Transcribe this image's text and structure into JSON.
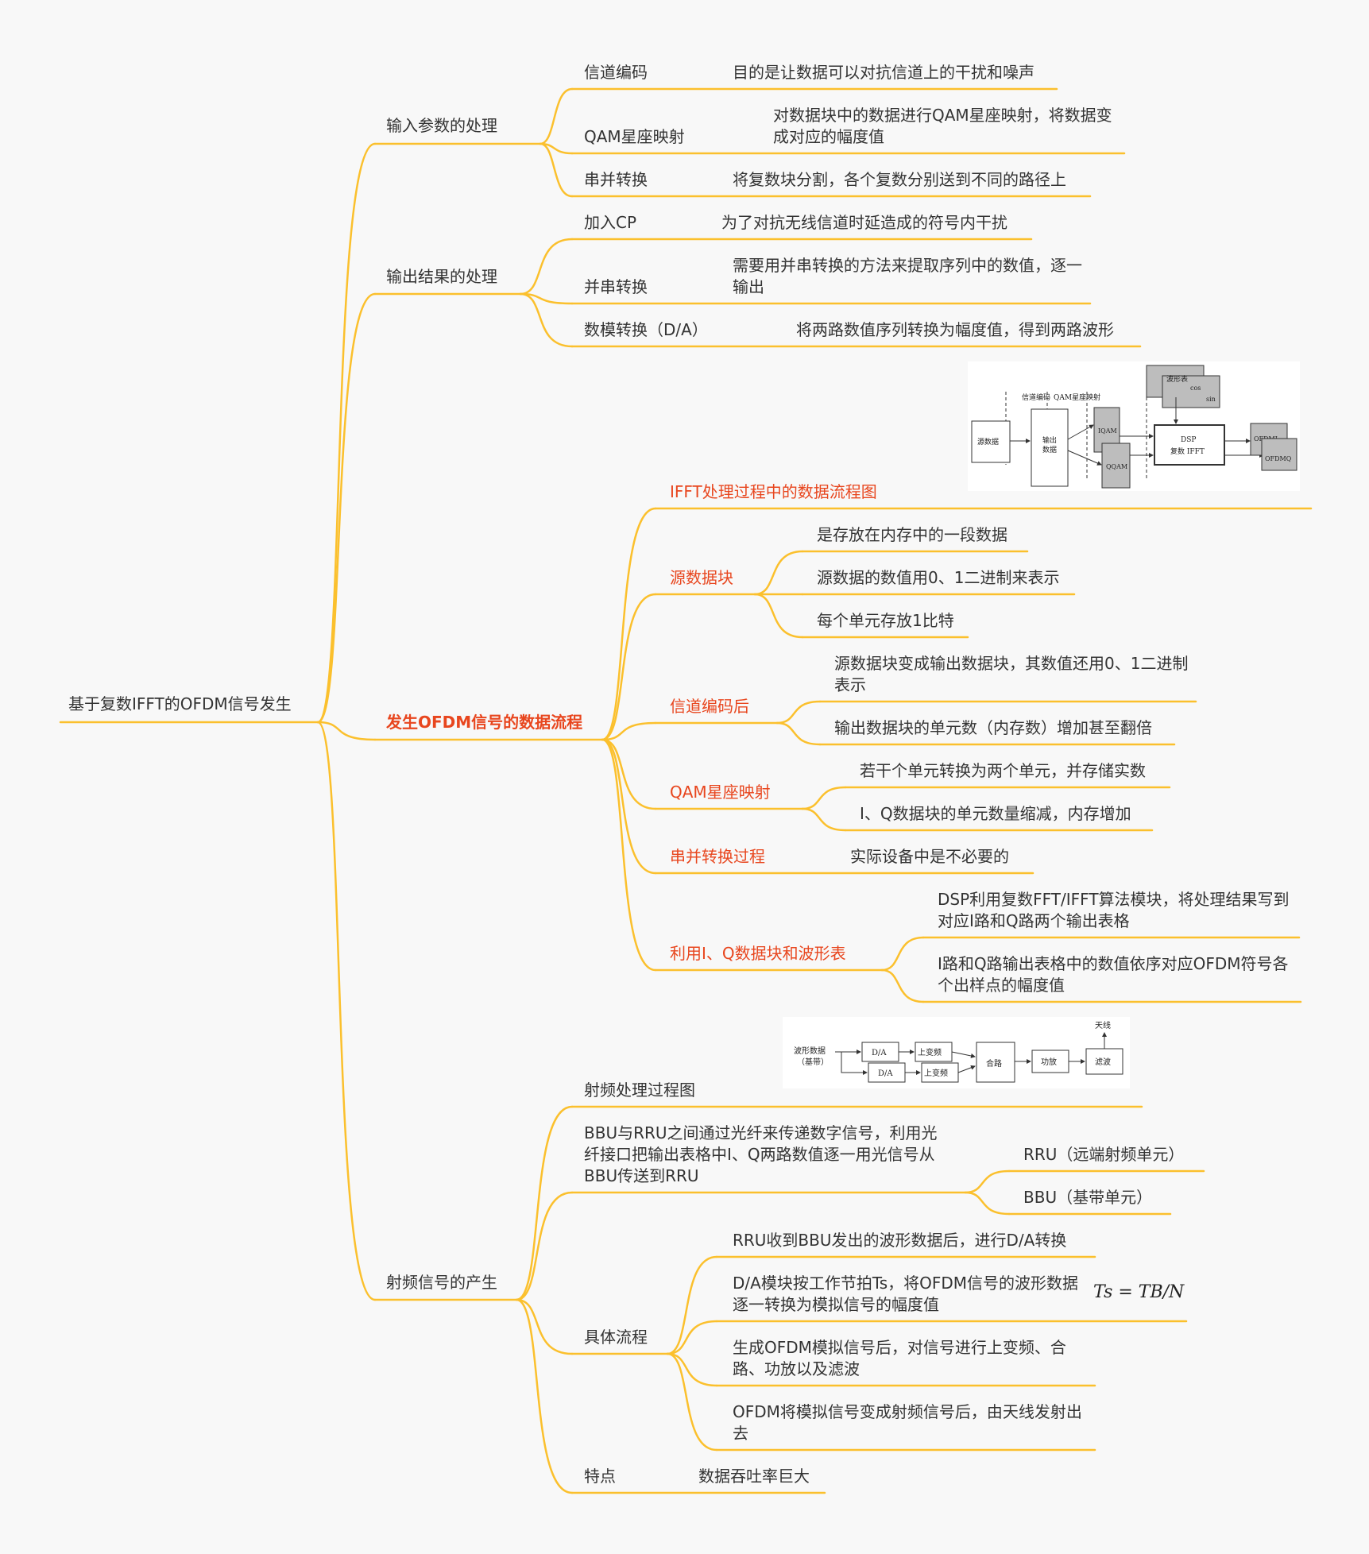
{
  "root": {
    "label": "基于复数IFFT的OFDM信号发生"
  },
  "branch_input": {
    "label": "输入参数的处理",
    "items": [
      {
        "label": "信道编码",
        "desc": "目的是让数据可以对抗信道上的干扰和噪声"
      },
      {
        "label": "QAM星座映射",
        "desc": "对数据块中的数据进行QAM星座映射，将数据变成对应的幅度值"
      },
      {
        "label": "串并转换",
        "desc": "将复数块分割，各个复数分别送到不同的路径上"
      }
    ]
  },
  "branch_output": {
    "label": "输出结果的处理",
    "items": [
      {
        "label": "加入CP",
        "desc": "为了对抗无线信道时延造成的符号内干扰"
      },
      {
        "label": "并串转换",
        "desc": "需要用并串转换的方法来提取序列中的数值，逐一输出"
      },
      {
        "label": "数模转换（D/A）",
        "desc": "将两路数值序列转换为幅度值，得到两路波形"
      }
    ]
  },
  "branch_flow": {
    "label": "发生OFDM信号的数据流程",
    "ifft_title": "IFFT处理过程中的数据流程图",
    "ifft_diagram": {
      "channel_coding": "信道编码",
      "qam_mapping": "QAM星座映射",
      "source_data": "源数据",
      "output_data_1": "输出",
      "output_data_2": "数据",
      "i_qam": "IQAM",
      "q_qam": "QQAM",
      "waveform_table": "波形表",
      "cos": "cos",
      "sin": "sin",
      "dsp_1": "DSP",
      "dsp_2": "复数 IFFT",
      "ofdm_i": "OFDMI",
      "ofdm_q": "OFDMQ"
    },
    "source_block": {
      "label": "源数据块",
      "items": [
        "是存放在内存中的一段数据",
        "源数据的数值用0、1二进制来表示",
        "每个单元存放1比特"
      ]
    },
    "after_coding": {
      "label": "信道编码后",
      "items": [
        "源数据块变成输出数据块，其数值还用0、1二进制表示",
        "输出数据块的单元数（内存数）增加甚至翻倍"
      ]
    },
    "qam_mapping": {
      "label": "QAM星座映射",
      "items": [
        "若干个单元转换为两个单元，并存储实数",
        "I、Q数据块的单元数量缩减，内存增加"
      ]
    },
    "sp_conversion": {
      "label": "串并转换过程",
      "desc": "实际设备中是不必要的"
    },
    "iq_waveform": {
      "label": "利用I、Q数据块和波形表",
      "items": [
        "DSP利用复数FFT/IFFT算法模块，将处理结果写到对应I路和Q路两个输出表格",
        "I路和Q路输出表格中的数值依序对应OFDM符号各个出样点的幅度值"
      ]
    }
  },
  "branch_rf": {
    "label": "射频信号的产生",
    "rf_title": "射频处理过程图",
    "rf_diagram": {
      "waveform_data_1": "波形数据",
      "waveform_data_2": "（基带）",
      "da_1": "D/A",
      "da_2": "D/A",
      "up_1": "上变频",
      "up_2": "上变频",
      "combine": "合路",
      "amp": "功放",
      "filter": "滤波",
      "antenna": "天线"
    },
    "bbu_rru": {
      "label": "BBU与RRU之间通过光纤来传递数字信号，利用光纤接口把输出表格中I、Q两路数值逐一用光信号从BBU传送到RRU",
      "items": [
        "RRU（远端射频单元）",
        "BBU（基带单元）"
      ]
    },
    "process": {
      "label": "具体流程",
      "items": [
        "RRU收到BBU发出的波形数据后，进行D/A转换",
        "D/A模块按工作节拍Ts，将OFDM信号的波形数据逐一转换为模拟信号的幅度值",
        "生成OFDM模拟信号后，对信号进行上变频、合路、功放以及滤波",
        "OFDM将模拟信号变成射频信号后，由天线发射出去"
      ],
      "formula": "Ts = TB/N"
    },
    "feature": {
      "label": "特点",
      "desc": "数据吞吐率巨大"
    }
  },
  "colors": {
    "link": "#fbc02d",
    "highlight": "#e8461e",
    "background": "#f8f8f8",
    "text": "#333333"
  }
}
